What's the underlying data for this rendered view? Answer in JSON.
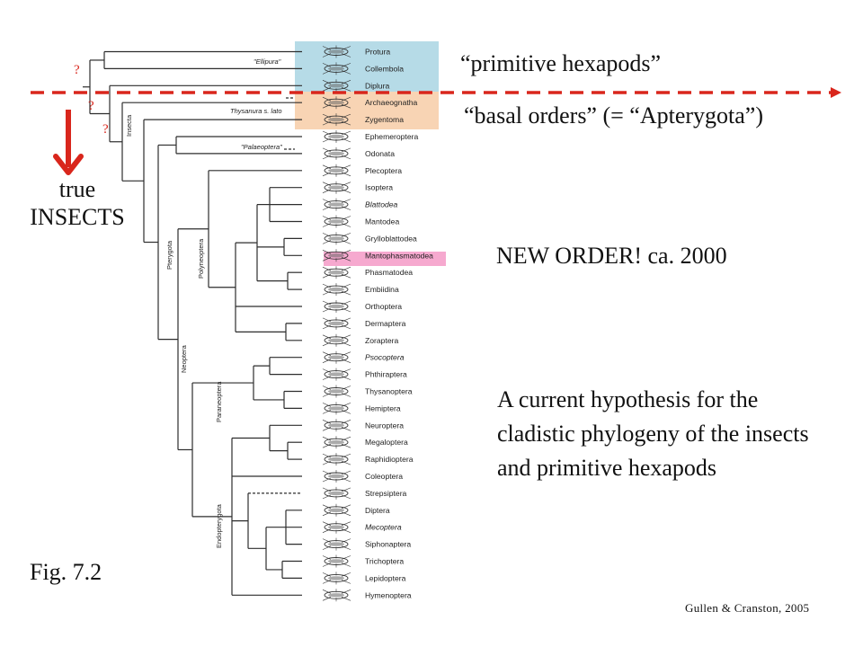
{
  "tree": {
    "orders": [
      {
        "name": "Protura",
        "italic": false,
        "highlight": "primitive"
      },
      {
        "name": "Collembola",
        "italic": false,
        "highlight": "primitive"
      },
      {
        "name": "Diplura",
        "italic": false,
        "highlight": "primitive"
      },
      {
        "name": "Archaeognatha",
        "italic": false,
        "highlight": "basal"
      },
      {
        "name": "Zygentoma",
        "italic": false,
        "highlight": "basal"
      },
      {
        "name": "Ephemeroptera",
        "italic": false,
        "highlight": ""
      },
      {
        "name": "Odonata",
        "italic": false,
        "highlight": ""
      },
      {
        "name": "Plecoptera",
        "italic": false,
        "highlight": ""
      },
      {
        "name": "Isoptera",
        "italic": false,
        "highlight": ""
      },
      {
        "name": "Blattodea",
        "italic": true,
        "highlight": ""
      },
      {
        "name": "Mantodea",
        "italic": false,
        "highlight": ""
      },
      {
        "name": "Grylloblattodea",
        "italic": false,
        "highlight": ""
      },
      {
        "name": "Mantophasmatodea",
        "italic": false,
        "highlight": "new"
      },
      {
        "name": "Phasmatodea",
        "italic": false,
        "highlight": ""
      },
      {
        "name": "Embiidina",
        "italic": false,
        "highlight": ""
      },
      {
        "name": "Orthoptera",
        "italic": false,
        "highlight": ""
      },
      {
        "name": "Dermaptera",
        "italic": false,
        "highlight": ""
      },
      {
        "name": "Zoraptera",
        "italic": false,
        "highlight": ""
      },
      {
        "name": "Psocoptera",
        "italic": true,
        "highlight": ""
      },
      {
        "name": "Phthiraptera",
        "italic": false,
        "highlight": ""
      },
      {
        "name": "Thysanoptera",
        "italic": false,
        "highlight": ""
      },
      {
        "name": "Hemiptera",
        "italic": false,
        "highlight": ""
      },
      {
        "name": "Neuroptera",
        "italic": false,
        "highlight": ""
      },
      {
        "name": "Megaloptera",
        "italic": false,
        "highlight": ""
      },
      {
        "name": "Raphidioptera",
        "italic": false,
        "highlight": ""
      },
      {
        "name": "Coleoptera",
        "italic": false,
        "highlight": ""
      },
      {
        "name": "Strepsiptera",
        "italic": false,
        "highlight": ""
      },
      {
        "name": "Diptera",
        "italic": false,
        "highlight": ""
      },
      {
        "name": "Mecoptera",
        "italic": true,
        "highlight": ""
      },
      {
        "name": "Siphonaptera",
        "italic": false,
        "highlight": ""
      },
      {
        "name": "Trichoptera",
        "italic": false,
        "highlight": ""
      },
      {
        "name": "Lepidoptera",
        "italic": false,
        "highlight": ""
      },
      {
        "name": "Hymenoptera",
        "italic": false,
        "highlight": ""
      }
    ],
    "clades": {
      "ellipura": "\"Ellipura\"",
      "thysanura": "Thysanura s. lato",
      "palaeoptera": "\"Palaeoptera\"",
      "insecta": "Insecta",
      "pterygota": "Pterygota",
      "polyneoptera": "Polyneoptera",
      "neoptera": "Neoptera",
      "paraneoptera": "Paraneoptera",
      "endopterygota": "Endopterygota"
    },
    "question_marks": [
      "?",
      "?",
      "?"
    ]
  },
  "annotations": {
    "primitive": "“primitive hexapods”",
    "basal": "“basal orders” (= “Apterygota”)",
    "true_insects": [
      "true",
      "INSECTS"
    ],
    "new_order": "NEW ORDER! ca. 2000",
    "hypothesis": "A current hypothesis for the cladistic phylogeny of the insects and primitive hexapods",
    "figure": "Fig. 7.2",
    "credit": "Gullen & Cranston, 2005"
  },
  "colors": {
    "accent_red": "#d9261c",
    "primitive_fill": "#b6dbe7",
    "basal_fill": "#f8d4b4",
    "new_order_fill": "#f6a9cf",
    "tree_line": "#2d2d2d"
  }
}
